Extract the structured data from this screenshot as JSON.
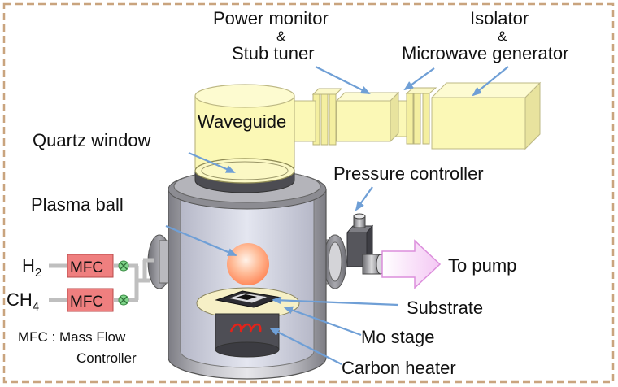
{
  "labels": {
    "power_monitor": "Power monitor",
    "amp1": "&",
    "stub_tuner": "Stub tuner",
    "isolator": "Isolator",
    "amp2": "&",
    "microwave_generator": "Microwave generator",
    "waveguide": "Waveguide",
    "quartz_window": "Quartz window",
    "pressure_controller": "Pressure controller",
    "plasma_ball": "Plasma ball",
    "to_pump": "To pump",
    "substrate": "Substrate",
    "mo_stage": "Mo stage",
    "carbon_heater": "Carbon heater",
    "h2": "H",
    "h2_sub": "2",
    "ch4": "CH",
    "ch4_sub": "4",
    "mfc1": "MFC",
    "mfc2": "MFC",
    "mfc_legend_1": "MFC : Mass Flow",
    "mfc_legend_2": "Controller"
  },
  "colors": {
    "border": "#c9a47e",
    "waveguide": "#fbf8b6",
    "chamber": "#9a9aa0",
    "mfc": "#ef7f7f",
    "valve": "#7fd58a",
    "plasma": "#ff9b73",
    "arrow": "#6f9fd6",
    "pump_arrow": "#efb5ef"
  }
}
